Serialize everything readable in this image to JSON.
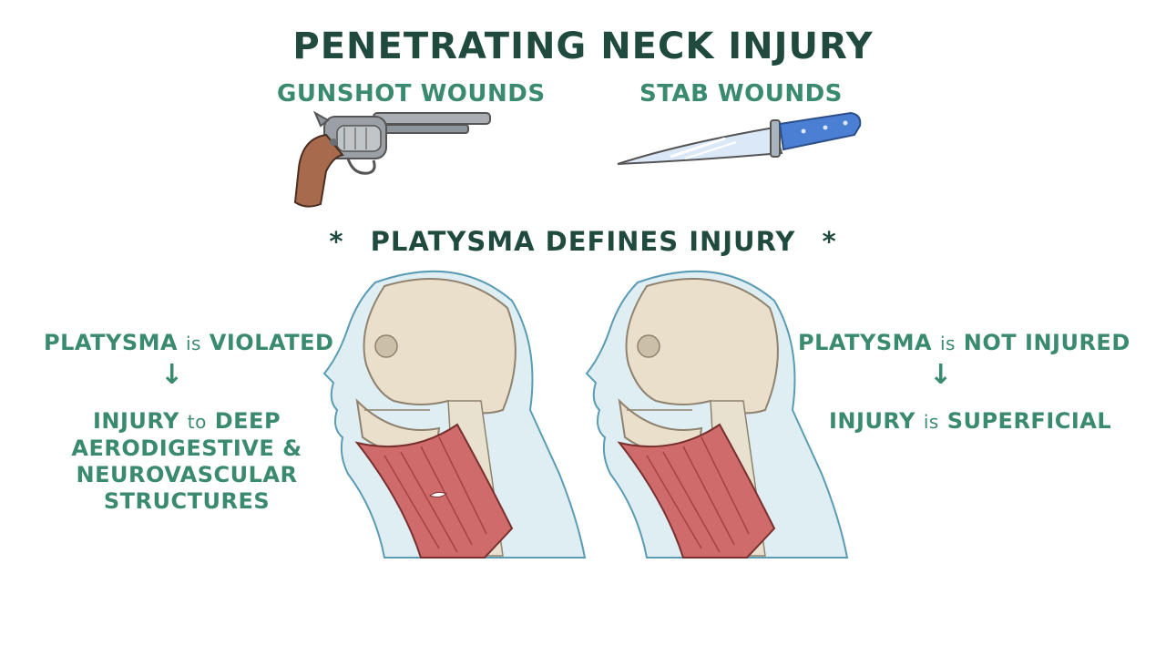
{
  "title": "PENETRATING NECK INJURY",
  "categories": {
    "gunshot": "GUNSHOT WOUNDS",
    "stab": "STAB WOUNDS"
  },
  "key_point": {
    "star": "*",
    "text": "PLATYSMA DEFINES INJURY"
  },
  "left": {
    "headline_upper_1": "PLATYSMA",
    "headline_lower": "is",
    "headline_upper_2": "VIOLATED",
    "arrow": "↓",
    "result_upper_1": "INJURY",
    "result_lower": "to",
    "result_upper_2": "DEEP",
    "result_line_2": "AERODIGESTIVE &",
    "result_line_3": "NEUROVASCULAR",
    "result_line_4": "STRUCTURES"
  },
  "right": {
    "headline_upper_1": "PLATYSMA",
    "headline_lower": "is",
    "headline_upper_2": "NOT INJURED",
    "arrow": "↓",
    "result_upper_1": "INJURY",
    "result_lower": "is",
    "result_upper_2": "SUPERFICIAL"
  },
  "colors": {
    "title": "#1f4a3d",
    "label": "#3a8a70",
    "skin": "#dfeef3",
    "skin_outline": "#5a9cb4",
    "bone": "#eadfca",
    "muscle": "#cf6b6b",
    "knife_handle": "#4a7fd4",
    "blade": "#dbe8f7",
    "gun_metal": "#9aa0a6",
    "gun_grip": "#a86a4c"
  }
}
